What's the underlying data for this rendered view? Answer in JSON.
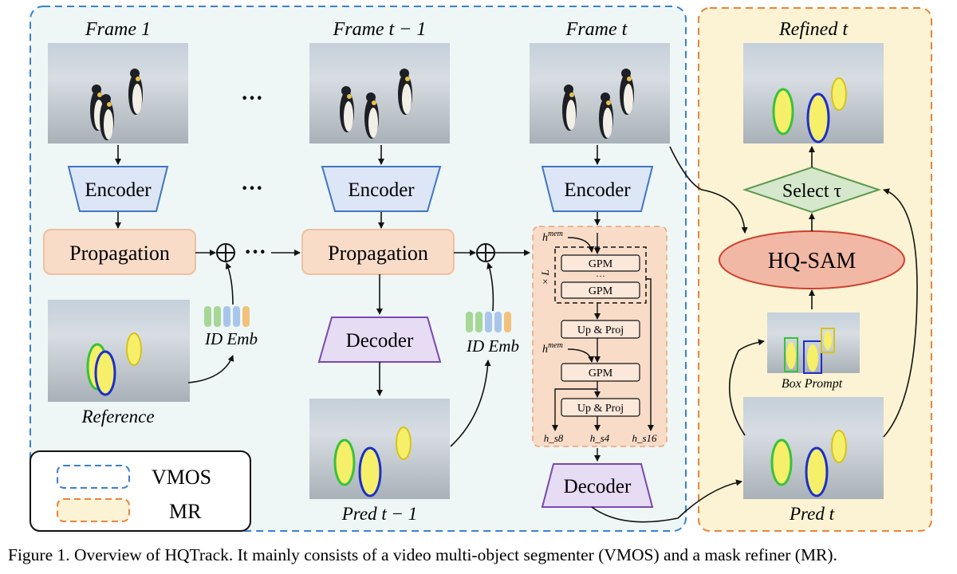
{
  "frames": {
    "frame1": "Frame 1",
    "frame_t_minus_1": "Frame t − 1",
    "frame_t": "Frame t",
    "refined_t": "Refined t"
  },
  "blocks": {
    "encoder": "Encoder",
    "propagation": "Propagation",
    "decoder": "Decoder",
    "select": "Select τ",
    "hqsam": "HQ-SAM",
    "ellipsis": "···"
  },
  "labels": {
    "id_emb": "ID Emb",
    "reference": "Reference",
    "pred_t_minus_1": "Pred t − 1",
    "pred_t": "Pred t",
    "box_prompt": "Box Prompt"
  },
  "detail": {
    "h_mem": "h",
    "h_mem_sup": "mem",
    "times_l": "× L",
    "gpm": "GPM",
    "dots": "···",
    "up_proj": "Up & Proj",
    "h_s8": "h_s8",
    "h_s4": "h_s4",
    "h_s16": "h_s16"
  },
  "legend": {
    "vmos": "VMOS",
    "mr": "MR"
  },
  "caption": "Figure 1. Overview of HQTrack. It mainly consists of a video multi-object segmenter (VMOS) and a mask refiner (MR).",
  "colors": {
    "vmos_border": "#3b7fd0",
    "vmos_fill": "#eef7f6",
    "mr_border": "#e8843c",
    "mr_fill": "#fbf3d3",
    "encoder_fill": "#dde6f7",
    "encoder_border": "#3f76c2",
    "propagation_fill": "#f8dcc8",
    "decoder_fill": "#e6dcf3",
    "decoder_border": "#7a48b2",
    "select_fill": "#d6e8cc",
    "select_border": "#5d9a52",
    "hqsam_fill": "#f2b8a6",
    "hqsam_border": "#d0402e",
    "emb_colors": [
      "#a6d796",
      "#a6d796",
      "#a9c6ea",
      "#a9c6ea",
      "#f3c27a"
    ]
  }
}
